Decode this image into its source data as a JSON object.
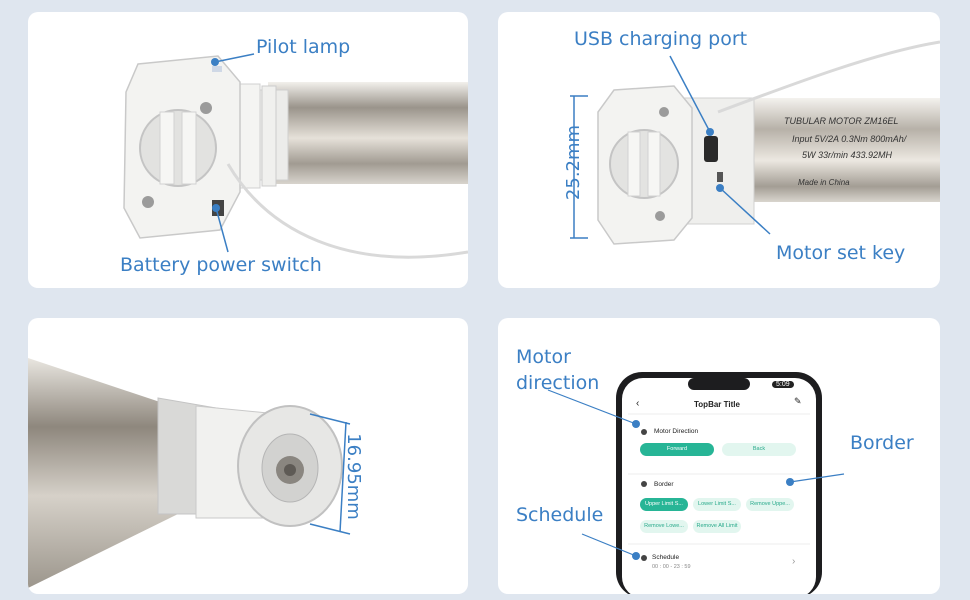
{
  "callouts": {
    "pilot_lamp": "Pilot lamp",
    "battery_power_switch": "Battery power switch",
    "usb_charging_port": "USB charging port",
    "motor_set_key": "Motor set key",
    "motor_direction": "Motor direction",
    "border": "Border",
    "schedule": "Schedule"
  },
  "dimensions": {
    "height": "25.2mm",
    "diameter": "16.95mm"
  },
  "motor_label": {
    "line1": "TUBULAR MOTOR  ZM16EL",
    "line2": "Input 5V/2A   0.3Nm   800mAh/",
    "line3": "5W      33r/min    433.92MH",
    "line4": "Made in China"
  },
  "phone": {
    "time": "5:09",
    "topbar_title": "TopBar Title",
    "motor_direction_title": "Motor Direction",
    "forward_label": "Forward",
    "back_label": "Back",
    "border_title": "Border",
    "upper_limit_set": "Upper Limit S...",
    "lower_limit_set": "Lower Limit S...",
    "remove_upper": "Remove Uppe...",
    "remove_lower": "Remove Lowe...",
    "remove_all_limit": "Remove All Limit",
    "schedule_title": "Schedule",
    "schedule_time": "00 : 00 - 23 : 59"
  },
  "colors": {
    "accent": "#3b7fc4",
    "app_green": "#27b596",
    "background": "#dfe6ef"
  }
}
